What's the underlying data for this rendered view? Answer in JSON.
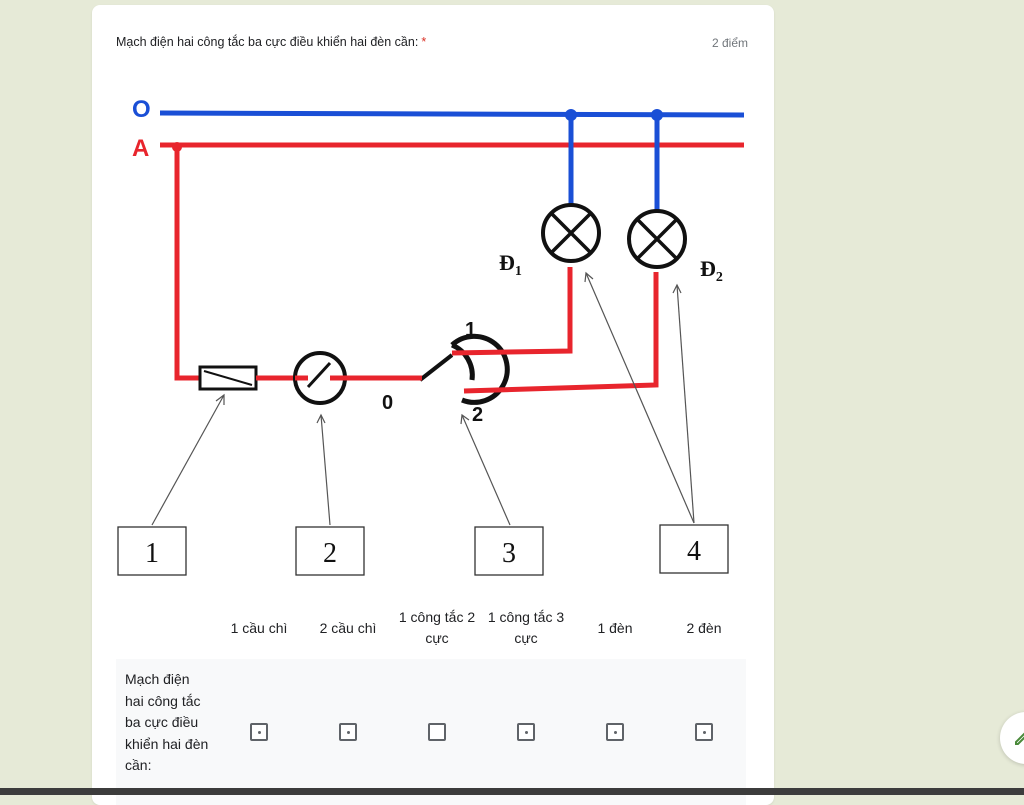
{
  "question": {
    "title": "Mạch điện hai công tắc ba cực điều khiển hai đèn cần:",
    "required_mark": "*",
    "points": "2 điểm"
  },
  "diagram": {
    "line_labels": {
      "neutral": "O",
      "phase": "A"
    },
    "lamp_labels": {
      "lamp1": "Đ",
      "lamp1_sub": "1",
      "lamp2": "Đ",
      "lamp2_sub": "2"
    },
    "switch_terminals": {
      "t0": "0",
      "t1": "1",
      "t2": "2"
    },
    "callouts": [
      "1",
      "2",
      "3",
      "4"
    ],
    "colors": {
      "neutral_wire": "#1a4fd6",
      "phase_wire": "#e8252d"
    }
  },
  "grid": {
    "columns": [
      "1 cầu chì",
      "2 cầu chì",
      "1 công tắc 2 cực",
      "1 công tắc 3 cực",
      "1 đèn",
      "2 đèn"
    ],
    "row_label": "Mạch điện hai công tắc ba cực điều khiển hai đèn cần:"
  },
  "side_button": {
    "icon": "pencil-icon"
  }
}
